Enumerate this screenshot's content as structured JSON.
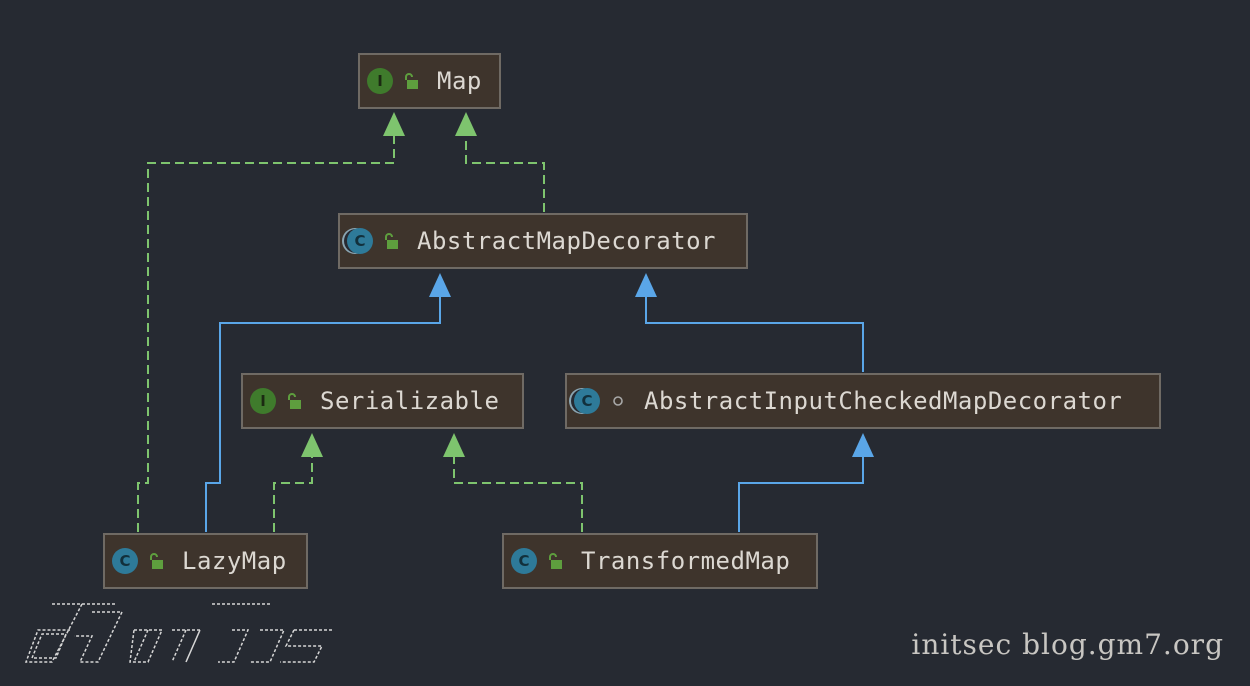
{
  "nodes": {
    "map": {
      "kind": "I",
      "name": "Map"
    },
    "abstract_map_decorator": {
      "kind": "C",
      "name": "AbstractMapDecorator"
    },
    "serializable": {
      "kind": "I",
      "name": "Serializable"
    },
    "abstract_input_checked_map_decorator": {
      "kind": "C",
      "name": "AbstractInputCheckedMapDecorator"
    },
    "lazy_map": {
      "kind": "C",
      "name": "LazyMap"
    },
    "transformed_map": {
      "kind": "C",
      "name": "TransformedMap"
    }
  },
  "edges": [
    {
      "from": "lazy_map",
      "to": "map",
      "relation": "implements"
    },
    {
      "from": "abstract_map_decorator",
      "to": "map",
      "relation": "implements"
    },
    {
      "from": "lazy_map",
      "to": "abstract_map_decorator",
      "relation": "extends"
    },
    {
      "from": "abstract_input_checked_map_decorator",
      "to": "abstract_map_decorator",
      "relation": "extends"
    },
    {
      "from": "lazy_map",
      "to": "serializable",
      "relation": "implements"
    },
    {
      "from": "transformed_map",
      "to": "serializable",
      "relation": "implements"
    },
    {
      "from": "transformed_map",
      "to": "abstract_input_checked_map_decorator",
      "relation": "extends"
    }
  ],
  "colors": {
    "background": "#262a32",
    "node_fill": "#3e342c",
    "implements_edge": "#7ec46e",
    "extends_edge": "#5aa6e8"
  },
  "footer": {
    "watermark": "initsec blog.gm7.org",
    "logo_text": "d4m1ts"
  }
}
